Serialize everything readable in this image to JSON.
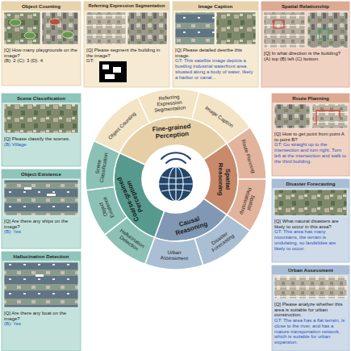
{
  "diagram": {
    "nodes": [
      {
        "text": [
          "Object Counting",
          "[Q] How many playgrounds on the image?",
          "(B): 2 (C): 3 (D): 4"
        ]
      },
      {
        "text": [
          "Referring Expression Segmentation",
          "[Q] Please segment the building in the image?",
          "GT:"
        ]
      },
      {
        "text": [
          "Image Caption",
          "[Q] Please detailed desribe this image.",
          "GT: This satellite image depicts a bustling industrial waterfront area situated along a body of water, likely a harbor or canal..."
        ]
      },
      {
        "text": [
          "Spatial Relationship",
          "[Q] In what direction is the building?",
          "(A) top (B) left (C) bottom"
        ]
      },
      {
        "text": [
          "Scene Classification",
          "[Q] Please classify the scenes.",
          "(B) Village"
        ]
      },
      {
        "text": [
          "Route Planning",
          "[Q] How to get point from point A to point B?",
          "GT: Go straight up to the intersection and turn right. Turn left at the intersection and walk to the third building."
        ]
      },
      {
        "text": [
          "Object Existence",
          "[Q] Are there any ships on the image?",
          "(B): Yes"
        ]
      },
      {
        "text": [
          "Disaster Forecasting",
          "[Q] What natural disasters are likely to occur in this area?",
          "GT: This area has many mountains, the terrain is undulating, so landslides are likely to occur."
        ]
      },
      {
        "text": [
          "Hallucination Detection",
          "[Q] Are there any boat on the image?",
          "(B): Yes"
        ]
      },
      {
        "text": [
          "Urban Assessment",
          "[Q] Please analyze whether this area is suitable for urban construction.",
          "GT: The area has a flat terrain, is close to the river, and has a mature transportation network, which is suitable for urban expansion."
        ]
      },
      {
        "text": [
          "Fine-grained Perception"
        ]
      },
      {
        "text": [
          "Spatial Reasoning"
        ]
      },
      {
        "text": [
          "Causal Reasoning"
        ]
      },
      {
        "text": [
          "Coarse-grained Perception"
        ]
      },
      {
        "text": [
          "Object Counting"
        ]
      },
      {
        "text": [
          "Referring Expression Segmentation"
        ]
      },
      {
        "text": [
          "Image Caption"
        ]
      },
      {
        "text": [
          "Route Planning"
        ]
      },
      {
        "text": [
          "Spatial Relationship"
        ]
      },
      {
        "text": [
          "Disaster Forecasting"
        ]
      },
      {
        "text": [
          "Urban Assessment"
        ]
      },
      {
        "text": [
          "Hallucination Detection"
        ]
      },
      {
        "text": [
          "Object Existence"
        ]
      },
      {
        "text": [
          "Scene Classification"
        ]
      }
    ]
  }
}
